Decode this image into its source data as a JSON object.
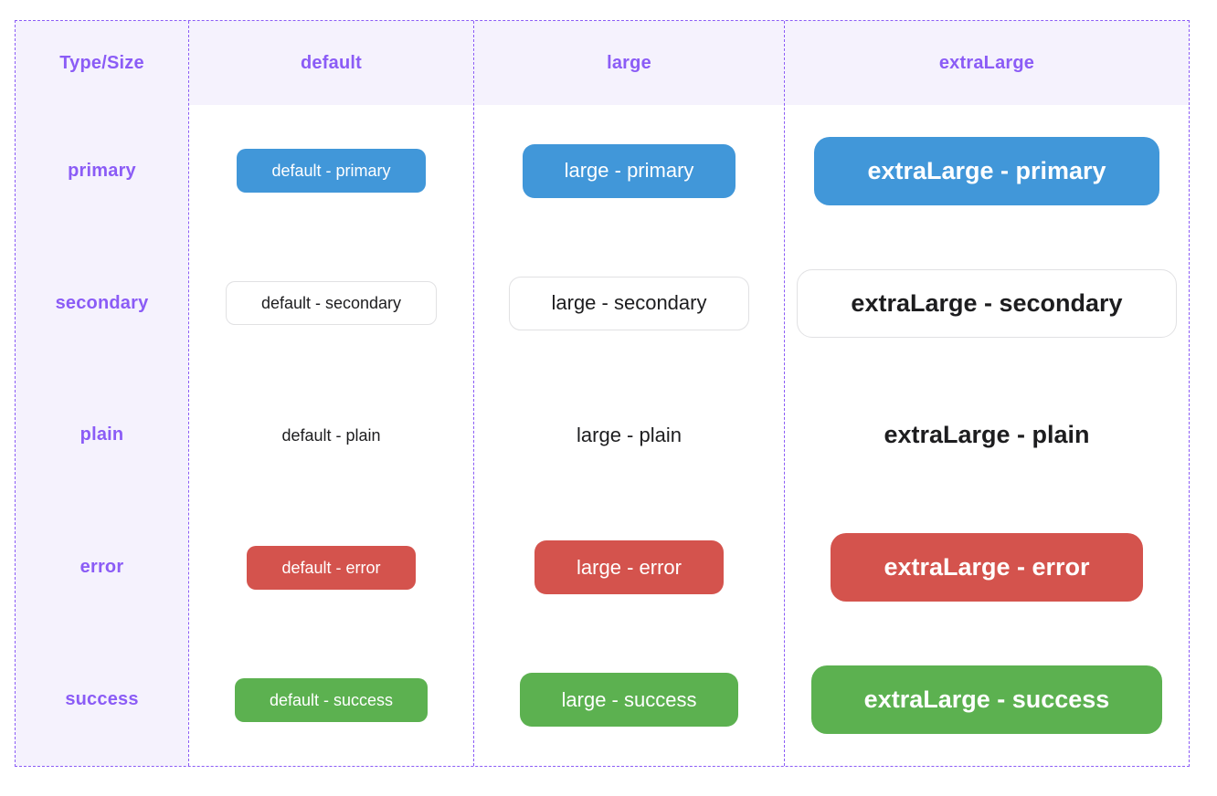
{
  "matrix": {
    "corner_label": "Type/Size",
    "columns": [
      {
        "label": "default"
      },
      {
        "label": "large"
      },
      {
        "label": "extraLarge"
      }
    ],
    "rows": [
      {
        "label": "primary",
        "cells": [
          "default - primary",
          "large - primary",
          "extraLarge - primary"
        ]
      },
      {
        "label": "secondary",
        "cells": [
          "default - secondary",
          "large - secondary",
          "extraLarge - secondary"
        ]
      },
      {
        "label": "plain",
        "cells": [
          "default - plain",
          "large - plain",
          "extraLarge - plain"
        ]
      },
      {
        "label": "error",
        "cells": [
          "default - error",
          "large - error",
          "extraLarge - error"
        ]
      },
      {
        "label": "success",
        "cells": [
          "default - success",
          "large - success",
          "extraLarge - success"
        ]
      }
    ]
  },
  "colors": {
    "accent_purple": "#8b5cf6",
    "header_background": "#f5f2fd",
    "primary_blue": "#4197d9",
    "error_red": "#d4534d",
    "success_green": "#5cb150",
    "secondary_border": "#e1e1e3",
    "dark_text": "#1d1d1f",
    "page_background": "#ffffff"
  }
}
